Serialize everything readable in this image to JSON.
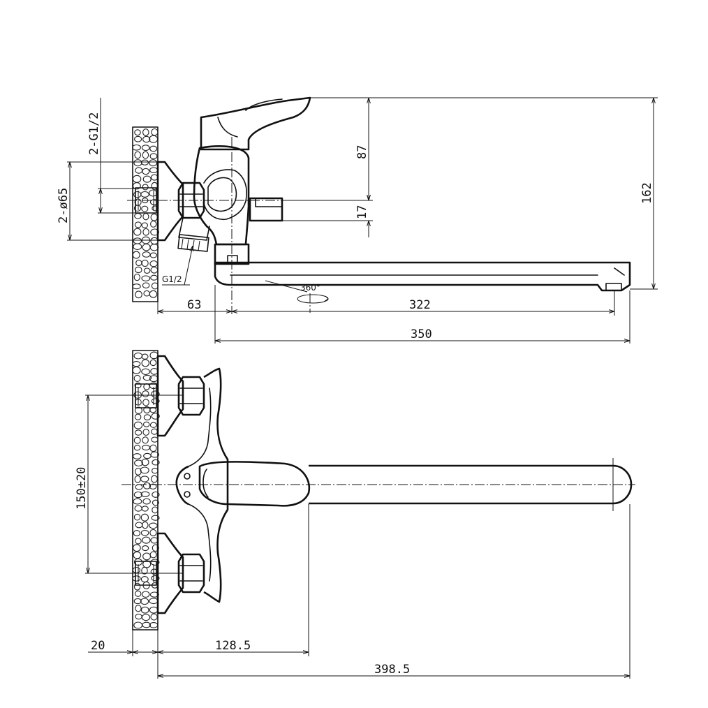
{
  "top_view": {
    "dimensions": {
      "thread_label": "2-G1/2",
      "flange_label": "2-ø65",
      "connector_thread": "G1/2",
      "rotation": "360°",
      "handle_height": "87",
      "outlet_height": "17",
      "total_height": "162",
      "wall_offset": "63",
      "spout_reach": "322",
      "spout_length": "350"
    }
  },
  "front_view": {
    "dimensions": {
      "center_spacing": "150±20",
      "wall_thickness": "20",
      "body_depth": "128.5",
      "total_depth": "398.5"
    }
  },
  "colors": {
    "line": "#111111",
    "background": "#ffffff"
  }
}
